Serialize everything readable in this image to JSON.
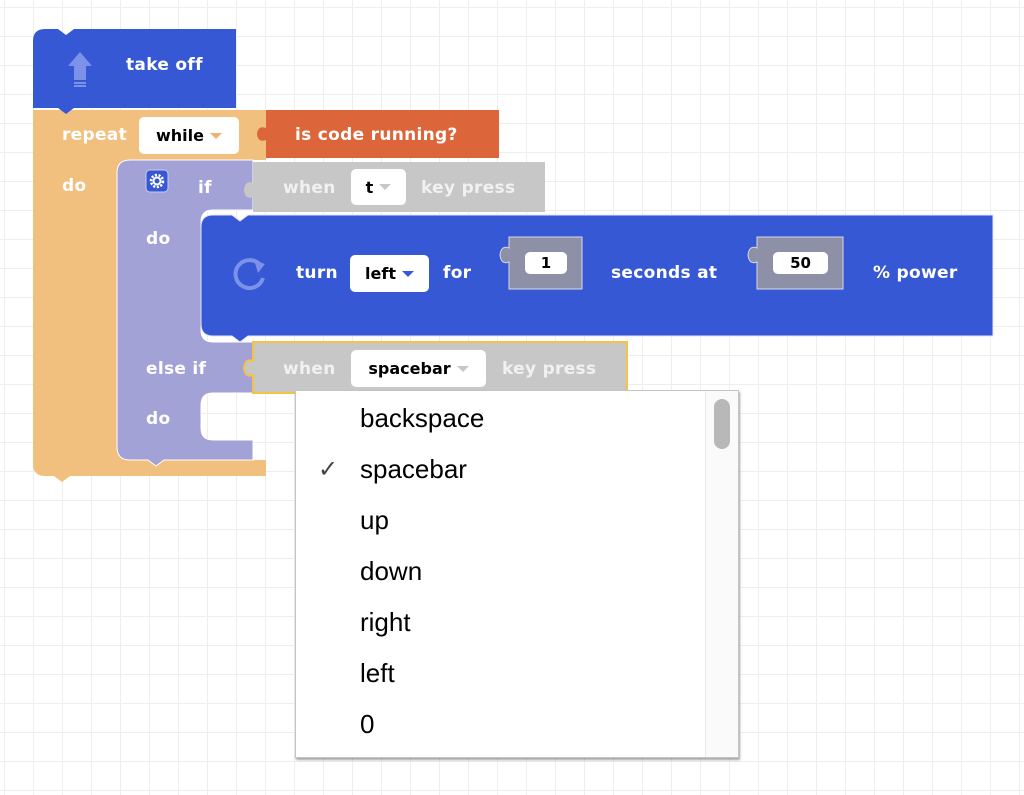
{
  "colors": {
    "motion_blue": "#3658d4",
    "control_orange": "#f1c07e",
    "sensor_red": "#dd653a",
    "logic_purple": "#a2a2d6",
    "event_gray": "#c7c7c7",
    "value_gray": "#8d90a6",
    "selected_outline": "#f5c242"
  },
  "blocks": {
    "take_off": {
      "icon": "up-arrow-icon",
      "label": "take off"
    },
    "repeat": {
      "label": "repeat",
      "mode": "while",
      "do_label": "do",
      "condition": {
        "label": "is code running?"
      }
    },
    "if_block": {
      "gear_icon": "gear-icon",
      "if_label": "if",
      "do_label": "do",
      "else_if_label": "else if",
      "else_do_label": "do",
      "condition_1": {
        "when_label": "when",
        "key": "t",
        "suffix": "key press"
      },
      "condition_2": {
        "when_label": "when",
        "key": "spacebar",
        "suffix": "key press"
      }
    },
    "turn": {
      "icon": "rotate-icon",
      "label": "turn",
      "direction": "left",
      "for_label": "for",
      "seconds": "1",
      "seconds_label": "seconds at",
      "power": "50",
      "power_label": "% power"
    }
  },
  "dropdown": {
    "selected": "spacebar",
    "check_glyph": "✓",
    "options": [
      "backspace",
      "spacebar",
      "up",
      "down",
      "right",
      "left",
      "0"
    ]
  }
}
